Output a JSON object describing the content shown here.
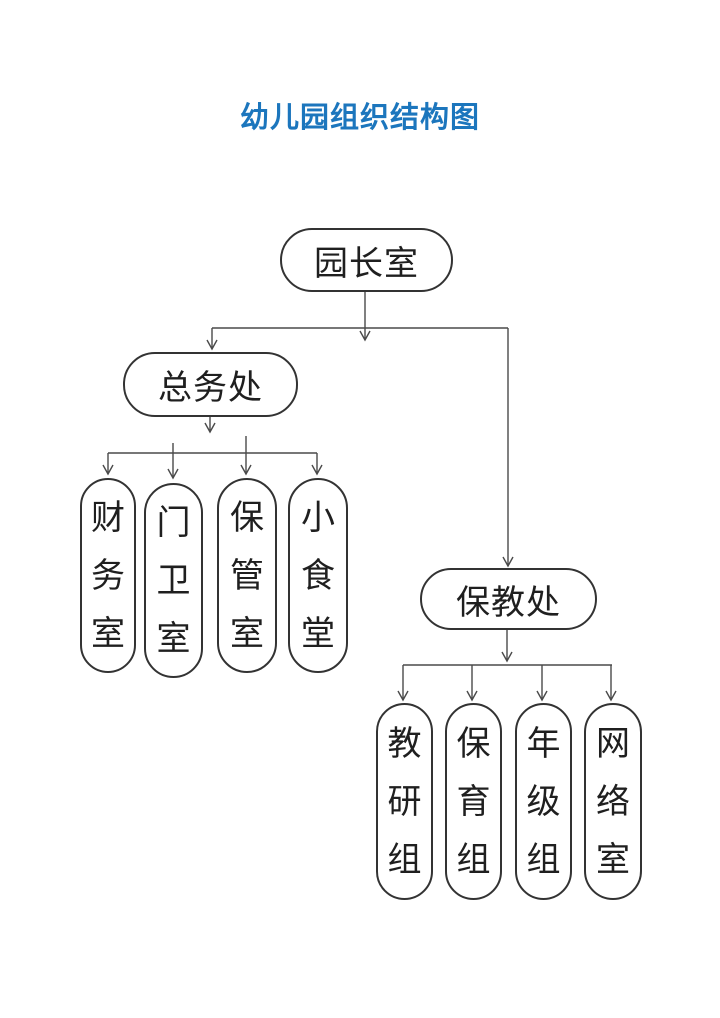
{
  "title": {
    "text": "幼儿园组织结构图",
    "color": "#1c76bd"
  },
  "colors": {
    "background": "#ffffff",
    "connector_line": "#4a4a4a",
    "node_border": "#333333",
    "node_text": "#1f1f1f"
  },
  "org_tree": {
    "root": {
      "label": "园长室"
    },
    "branches": [
      {
        "label": "总务处",
        "children": [
          "财务室",
          "门卫室",
          "保管室",
          "小食堂"
        ]
      },
      {
        "label": "保教处",
        "children": [
          "教研组",
          "保育组",
          "年级组",
          "网络室"
        ]
      }
    ]
  }
}
